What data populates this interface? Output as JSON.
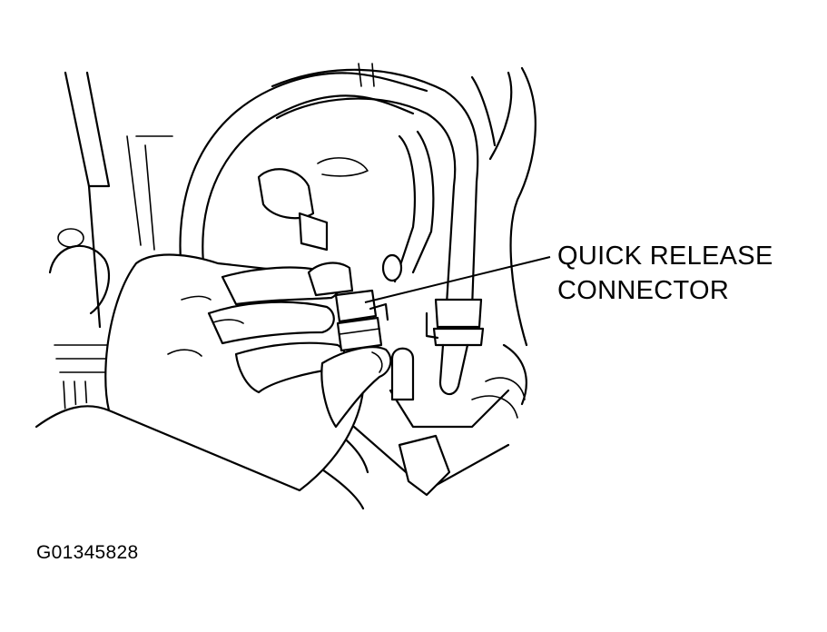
{
  "diagram": {
    "callout": {
      "line1": "QUICK RELEASE",
      "line2": "CONNECTOR"
    },
    "figure_id": "G01345828"
  }
}
